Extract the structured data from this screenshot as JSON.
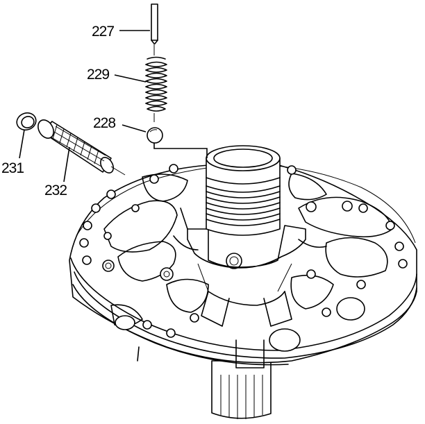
{
  "callouts": {
    "p227": "227",
    "p229": "229",
    "p228": "228",
    "p231": "231",
    "p232": "232"
  }
}
